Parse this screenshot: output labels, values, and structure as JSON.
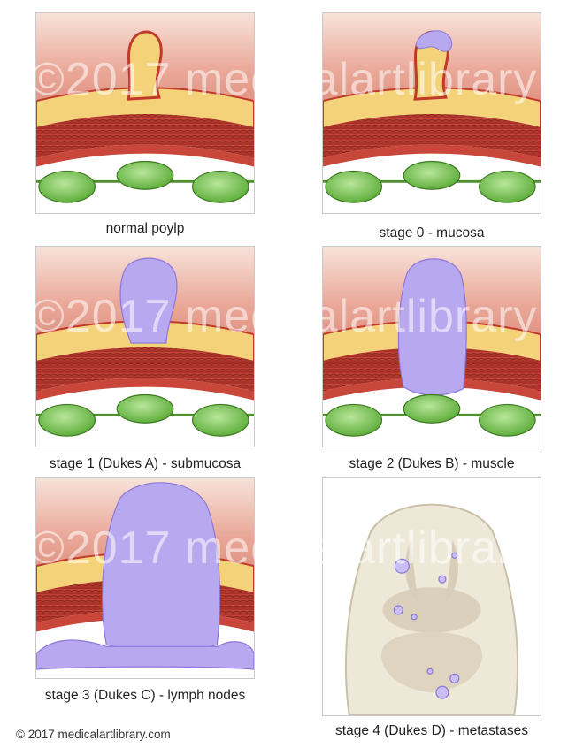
{
  "captions": {
    "normal": "normal poylp",
    "stage0": "stage 0 - mucosa",
    "stage1": "stage 1 (Dukes A) - submucosa",
    "stage2": "stage 2 (Dukes B) - muscle",
    "stage3": "stage 3 (Dukes C) - lymph nodes",
    "stage4": "stage 4 (Dukes D) - metastases"
  },
  "watermark": "©2017 medicalartlibrary",
  "copyright": "© 2017 medicalartlibrary.com",
  "colors": {
    "lumen": "#e8a394",
    "mucosa": "#f4d27a",
    "muscle": "#b83a2e",
    "lymph": "#82c65a",
    "tumor": "#b8a8f0",
    "body": "#eee8d8"
  }
}
